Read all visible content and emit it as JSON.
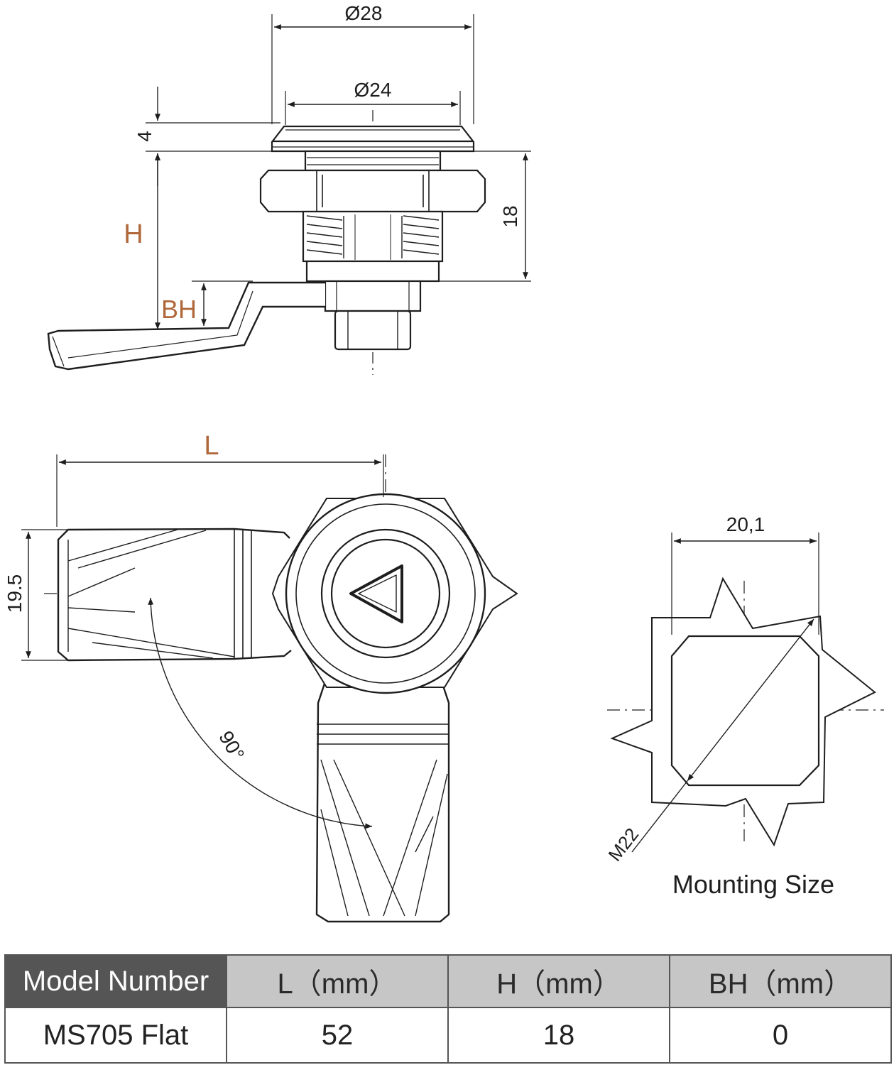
{
  "side_view": {
    "dims": {
      "outer_diameter": "Ø28",
      "inner_diameter": "Ø24",
      "cap_thickness": "4",
      "body_height": "18"
    },
    "labels": {
      "h": "H",
      "bh": "BH"
    }
  },
  "top_view": {
    "dims": {
      "length": "L",
      "width": "19.5",
      "angle": "90°"
    },
    "face_icon": "triangle-arrow-icon"
  },
  "mounting": {
    "dims": {
      "flat_width": "20,1",
      "thread": "M22"
    },
    "title": "Mounting Size"
  },
  "spec_table": {
    "headers": [
      "Model Number",
      "L（mm）",
      "H（mm）",
      "BH（mm）"
    ],
    "rows": [
      [
        "MS705 Flat",
        "52",
        "18",
        "0"
      ]
    ]
  },
  "colors": {
    "line": "#1e1e1e",
    "annotation": "#b0683a",
    "header_dark": "#555555",
    "header_light": "#c6c6c6"
  }
}
